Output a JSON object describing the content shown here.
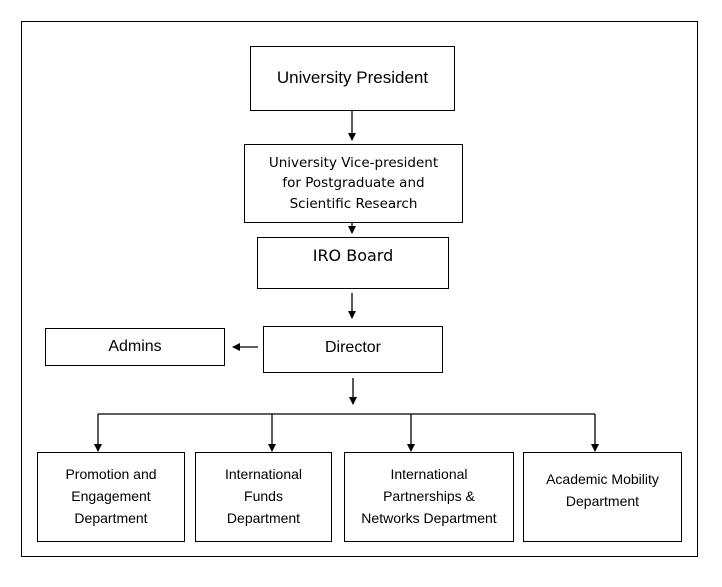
{
  "diagram": {
    "type": "org-chart",
    "nodes": {
      "president": "University President",
      "vice_president": "University Vice-president\nfor Postgraduate and\nScientific Research",
      "iro_board": "IRO Board",
      "director": "Director",
      "admins": "Admins",
      "departments": [
        "Promotion and\nEngagement\nDepartment",
        "International\nFunds\nDepartment",
        "International\nPartnerships &\nNetworks Department",
        "Academic Mobility\nDepartment"
      ]
    },
    "edges": [
      {
        "from": "University President",
        "to": "University Vice-president for Postgraduate and Scientific Research"
      },
      {
        "from": "University Vice-president for Postgraduate and Scientific Research",
        "to": "IRO Board"
      },
      {
        "from": "IRO Board",
        "to": "Director"
      },
      {
        "from": "Director",
        "to": "Admins"
      },
      {
        "from": "Director",
        "to": "Promotion and Engagement Department"
      },
      {
        "from": "Director",
        "to": "International Funds Department"
      },
      {
        "from": "Director",
        "to": "International Partnerships & Networks Department"
      },
      {
        "from": "Director",
        "to": "Academic Mobility Department"
      }
    ]
  }
}
